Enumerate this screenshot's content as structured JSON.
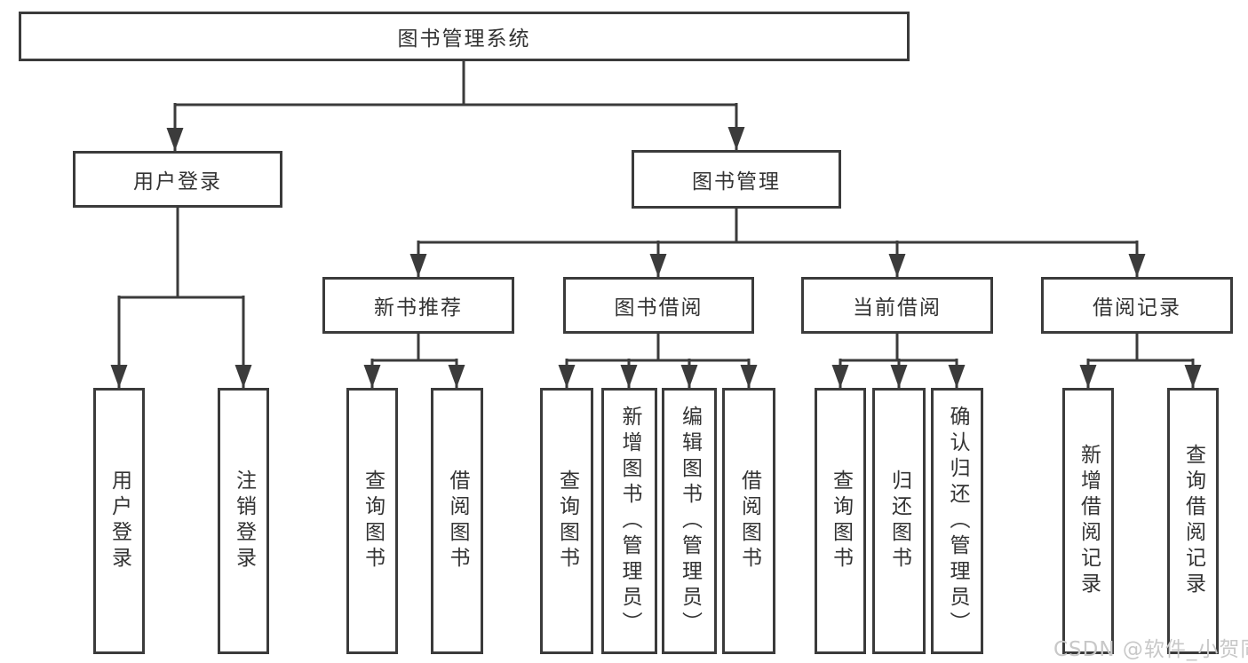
{
  "diagram_title": "图书管理系统",
  "colors": {
    "line": "#3b3b3b",
    "text": "#333333",
    "box_background": "#ffffff",
    "watermark": "#c8c8c8"
  },
  "tree": {
    "root": {
      "label": "图书管理系统"
    },
    "branches": [
      {
        "label": "用户登录",
        "children": [
          {
            "label": "用户登录"
          },
          {
            "label": "注销登录"
          }
        ]
      },
      {
        "label": "图书管理",
        "children": [
          {
            "label": "新书推荐",
            "children": [
              {
                "label": "查询图书"
              },
              {
                "label": "借阅图书"
              }
            ]
          },
          {
            "label": "图书借阅",
            "children": [
              {
                "label": "查询图书"
              },
              {
                "label": "新增图书（管理员）"
              },
              {
                "label": "编辑图书（管理员）"
              },
              {
                "label": "借阅图书"
              }
            ]
          },
          {
            "label": "当前借阅",
            "children": [
              {
                "label": "查询图书"
              },
              {
                "label": "归还图书"
              },
              {
                "label": "确认归还（管理员）"
              }
            ]
          },
          {
            "label": "借阅记录",
            "children": [
              {
                "label": "新增借阅记录"
              },
              {
                "label": "查询借阅记录"
              }
            ]
          }
        ]
      }
    ]
  },
  "watermark": {
    "text": "CSDN @软件_小贺同学"
  }
}
